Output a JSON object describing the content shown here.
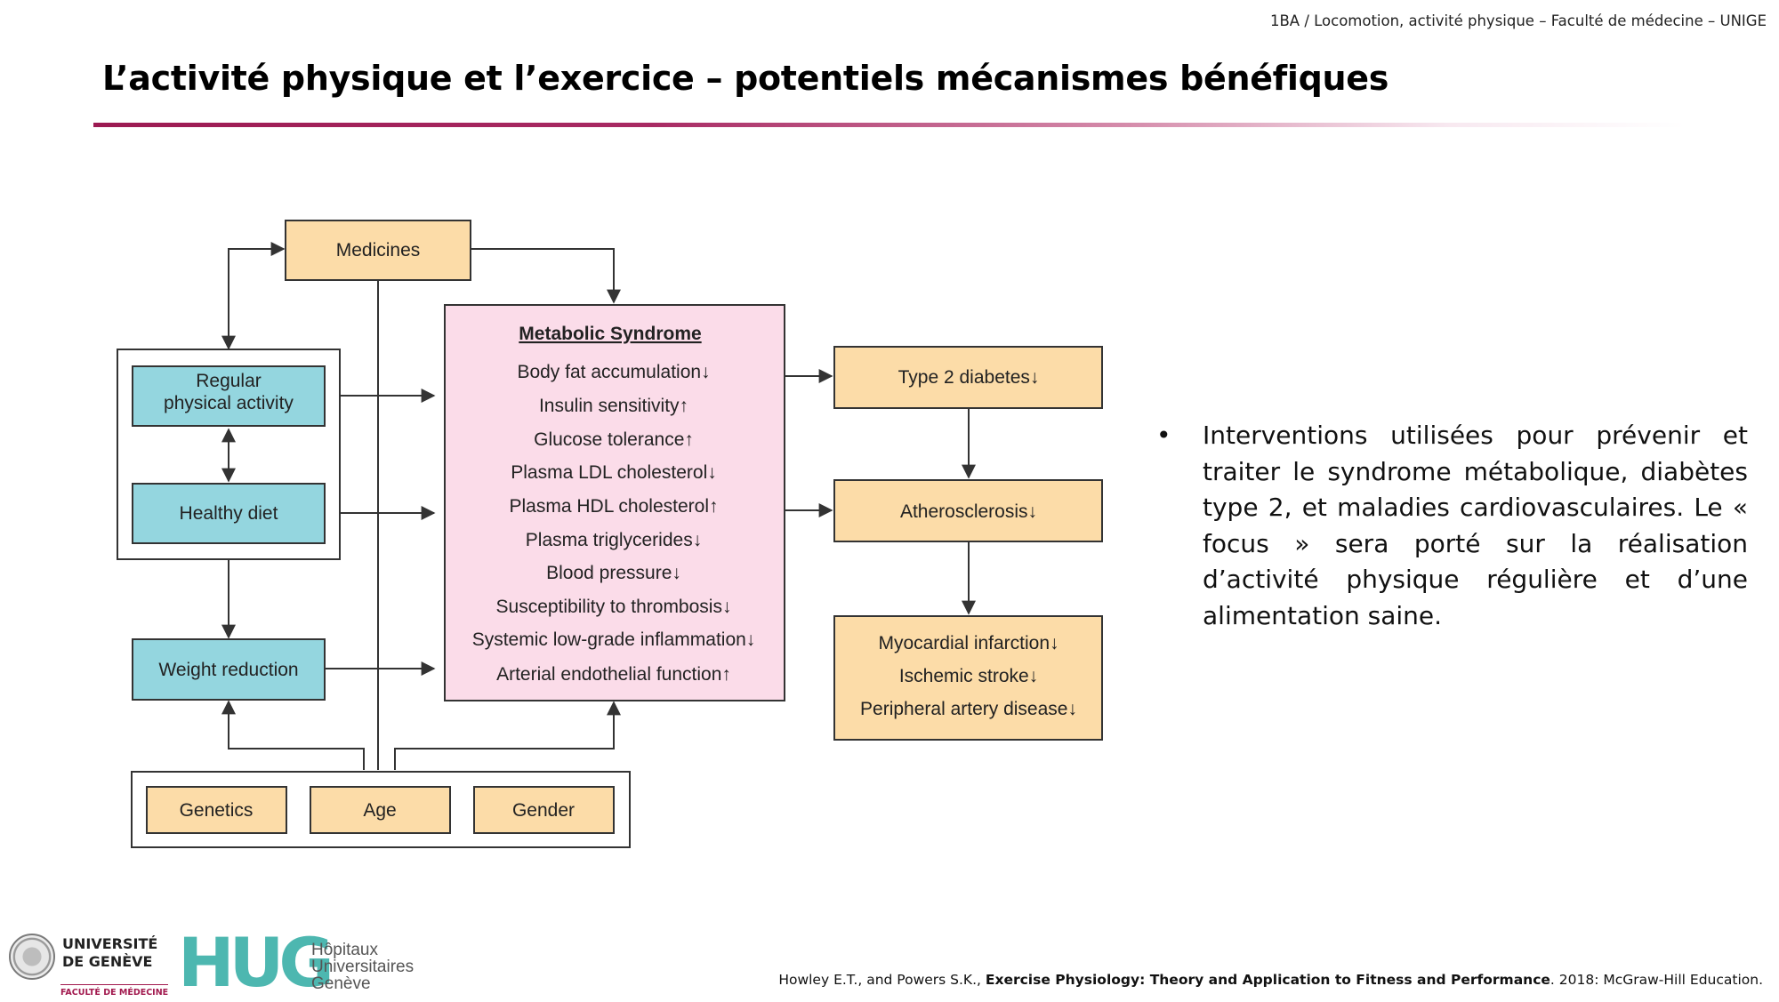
{
  "header": {
    "course": "1BA / Locomotion, activité physique – Faculté de médecine – UNIGE",
    "title": "L’activité physique et l’exercice – potentiels mécanismes bénéfiques"
  },
  "diagram": {
    "medicines": "Medicines",
    "regular_activity": [
      "Regular",
      "physical activity"
    ],
    "healthy_diet": "Healthy diet",
    "weight_reduction": "Weight reduction",
    "metabolic_syndrome": {
      "title": "Metabolic Syndrome",
      "items": [
        "Body fat accumulation↓",
        "Insulin sensitivity↑",
        "Glucose tolerance↑",
        "Plasma LDL cholesterol↓",
        "Plasma HDL cholesterol↑",
        "Plasma triglycerides↓",
        "Blood pressure↓",
        "Susceptibility to thrombosis↓",
        "Systemic low-grade inflammation↓",
        "Arterial endothelial function↑"
      ]
    },
    "type2_diabetes": "Type 2 diabetes↓",
    "atherosclerosis": "Atherosclerosis↓",
    "outcomes": [
      "Myocardial infarction↓",
      "Ischemic stroke↓",
      "Peripheral artery disease↓"
    ],
    "genetics": "Genetics",
    "age": "Age",
    "gender": "Gender"
  },
  "bullet": {
    "text": "Interventions utilisées pour prévenir et traiter le syndrome métabolique, diabètes type 2, et maladies cardiovasculaires. Le « focus » sera porté sur la réalisation d’activité physique régulière et d’une alimentation saine."
  },
  "footer": {
    "unige_name_line1": "UNIVERSITÉ",
    "unige_name_line2": "DE GENÈVE",
    "unige_faculty": "FACULTÉ DE MÉDECINE",
    "hug_letters": "HUG",
    "hug_line1": "Hôpitaux",
    "hug_line2": "Universitaires",
    "hug_line3": "Genève",
    "citation_authors": "Howley E.T., and Powers S.K., ",
    "citation_title": "Exercise Physiology: Theory and Application to Fitness and Performance",
    "citation_rest": ". 2018: McGraw-Hill Education."
  }
}
